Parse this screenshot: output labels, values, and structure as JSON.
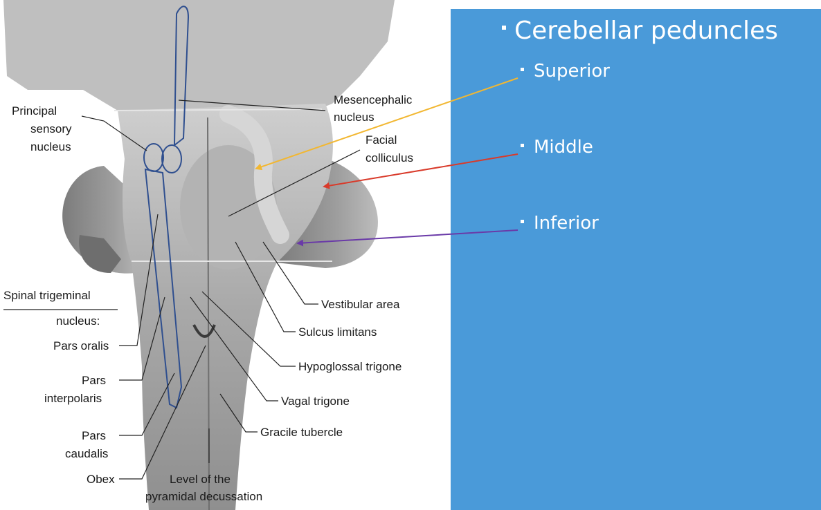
{
  "panel": {
    "title": "Cerebellar peduncles",
    "items": [
      {
        "label": "Superior",
        "arrow_color": "#f2b731"
      },
      {
        "label": "Middle",
        "arrow_color": "#d93a2a"
      },
      {
        "label": "Inferior",
        "arrow_color": "#6a3aa8"
      }
    ],
    "background_color": "#4a9ad9"
  },
  "figure": {
    "labels": {
      "principal_1": "Principal",
      "principal_2": "sensory",
      "principal_3": "nucleus",
      "mesencephalic_1": "Mesencephalic",
      "mesencephalic_2": "nucleus",
      "facial_1": "Facial",
      "facial_2": "colliculus",
      "spinal_1": "Spinal trigeminal",
      "spinal_2": "nucleus:",
      "pars_oralis": "Pars oralis",
      "pars_interpolaris_1": "Pars",
      "pars_interpolaris_2": "interpolaris",
      "pars_caudalis_1": "Pars",
      "pars_caudalis_2": "caudalis",
      "obex": "Obex",
      "level_1": "Level of the",
      "level_2": "pyramidal decussation",
      "vestibular": "Vestibular area",
      "sulcus": "Sulcus limitans",
      "hypoglossal": "Hypoglossal trigone",
      "vagal": "Vagal trigone",
      "gracile": "Gracile tubercle"
    },
    "outline_color": "#2f4f8f"
  }
}
